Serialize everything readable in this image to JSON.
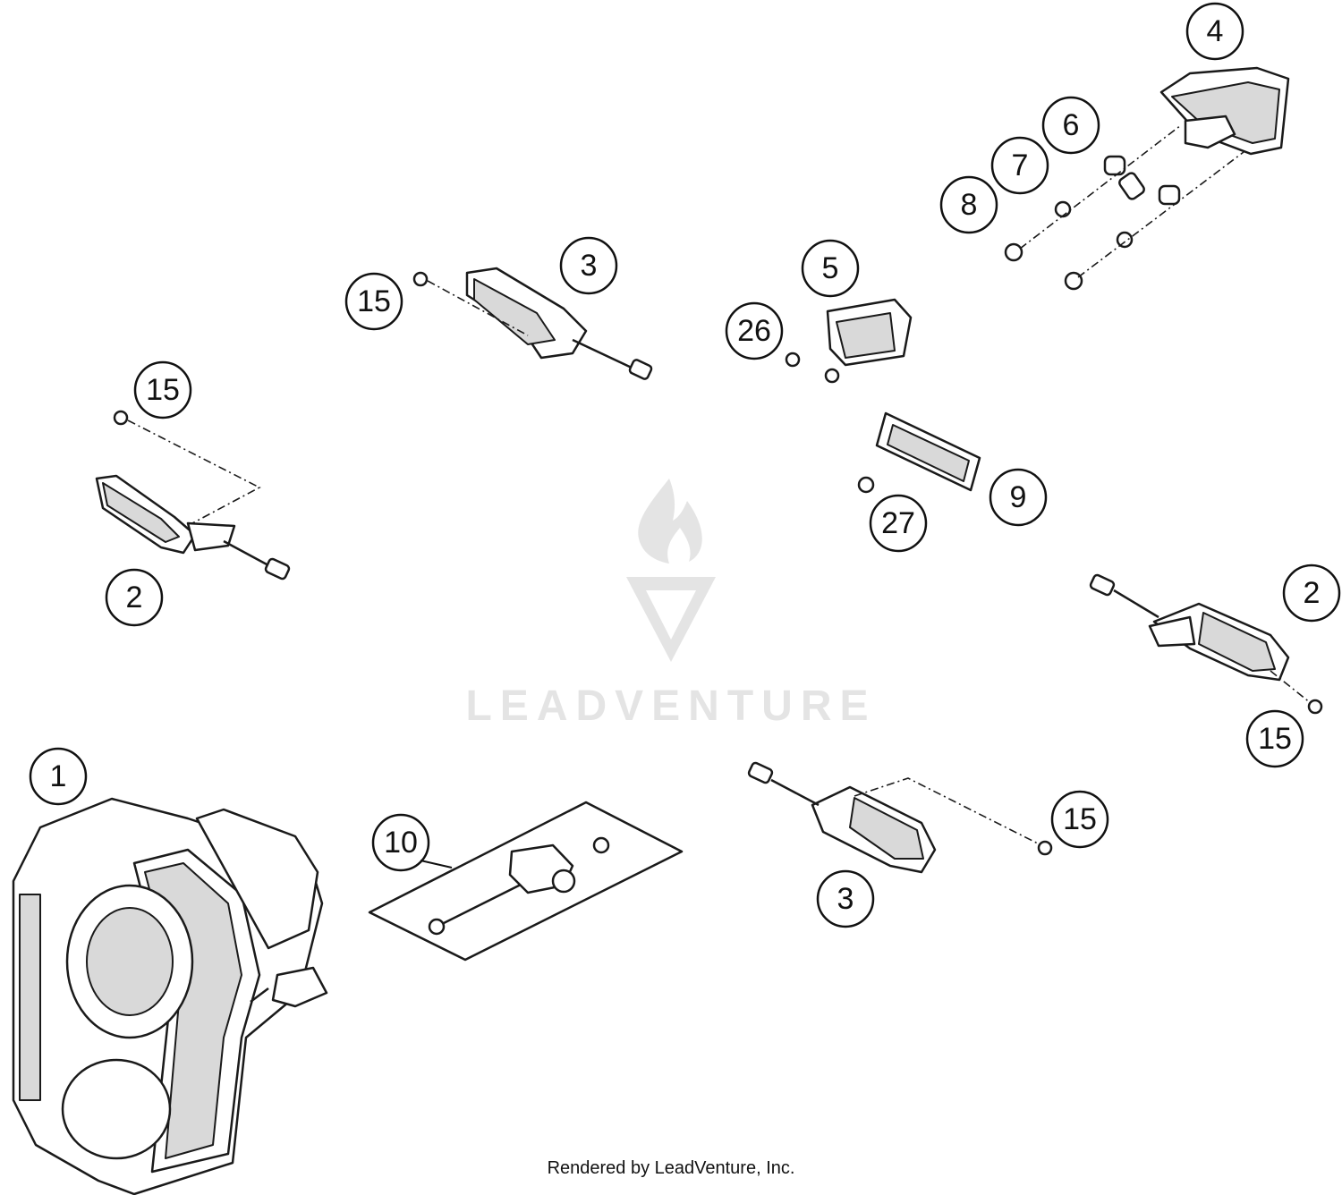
{
  "callouts": [
    {
      "id": "c1",
      "label": "1"
    },
    {
      "id": "c2a",
      "label": "2"
    },
    {
      "id": "c2b",
      "label": "2"
    },
    {
      "id": "c3a",
      "label": "3"
    },
    {
      "id": "c3b",
      "label": "3"
    },
    {
      "id": "c4",
      "label": "4"
    },
    {
      "id": "c5",
      "label": "5"
    },
    {
      "id": "c6",
      "label": "6"
    },
    {
      "id": "c7",
      "label": "7"
    },
    {
      "id": "c8",
      "label": "8"
    },
    {
      "id": "c9",
      "label": "9"
    },
    {
      "id": "c10",
      "label": "10"
    },
    {
      "id": "c15a",
      "label": "15"
    },
    {
      "id": "c15b",
      "label": "15"
    },
    {
      "id": "c15c",
      "label": "15"
    },
    {
      "id": "c15d",
      "label": "15"
    },
    {
      "id": "c26",
      "label": "26"
    },
    {
      "id": "c27",
      "label": "27"
    }
  ],
  "watermark": {
    "text": "LEADVENTURE"
  },
  "footer": {
    "text": "Rendered by LeadVenture, Inc."
  }
}
